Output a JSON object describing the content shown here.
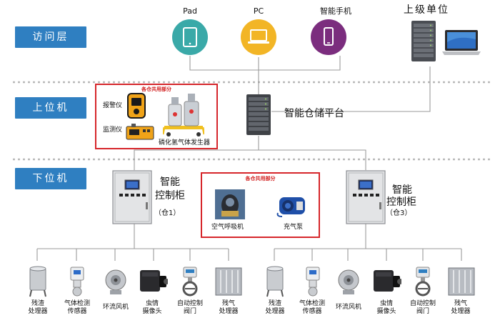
{
  "layers": {
    "access": "访问层",
    "upper": "上位机",
    "lower": "下位机"
  },
  "devices": {
    "pad": "Pad",
    "pc": "PC",
    "phone": "智能手机",
    "superior": "上级单位"
  },
  "platform": "智能仓储平台",
  "shared_label": "各仓共用部分",
  "shared_upper": {
    "alarm": "报警仪",
    "monitor": "监测仪",
    "generator": "磷化氢气体发生器"
  },
  "shared_lower": {
    "breathing": "空气呼吸机",
    "pump": "充气泵"
  },
  "cabinets": {
    "title_line1": "智能",
    "title_line2": "控制柜",
    "left_warehouse": "（仓1）",
    "right_warehouse": "（仓3）"
  },
  "equipment": [
    "残渣\n处理器",
    "气体检测\n传感器",
    "环流风机",
    "虫情\n摄像头",
    "自动控制\n阀门",
    "残气\n处理器"
  ],
  "colors": {
    "layer_blue": "#2f7fc1",
    "pad_teal": "#3aa9a8",
    "pc_yellow": "#f2b526",
    "phone_purple": "#7b2d7e",
    "red_box": "#d6262b"
  }
}
